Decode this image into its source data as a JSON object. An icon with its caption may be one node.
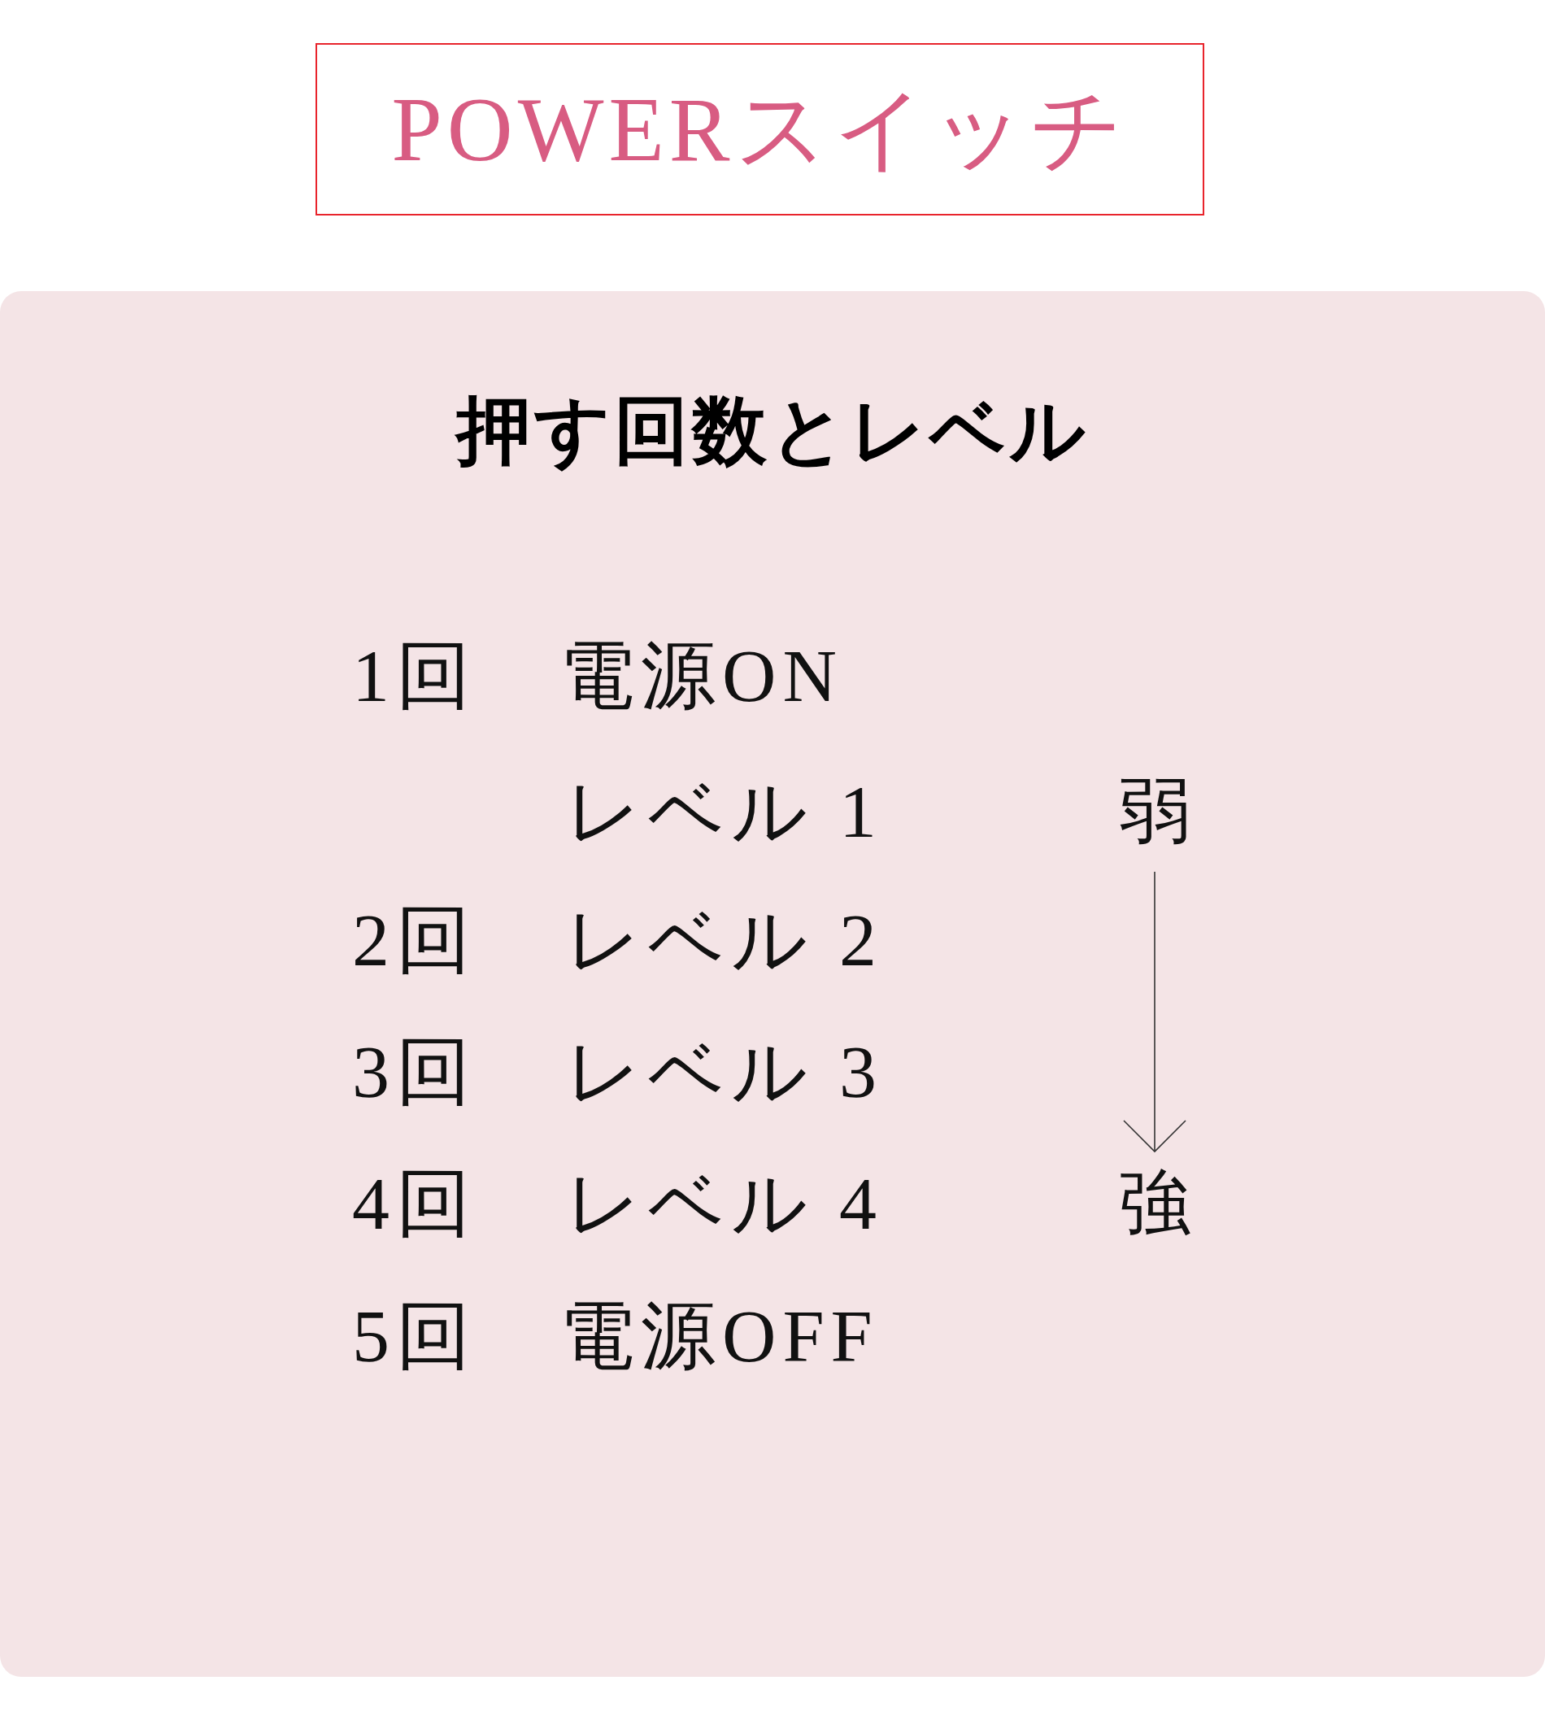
{
  "diagram": {
    "nodes": [
      {
        "text": [
          "POWERスイッチ"
        ]
      },
      {
        "text": [
          "押す回数とレベル"
        ]
      },
      {
        "text": [
          "弱"
        ],
        "in": 1
      },
      {
        "text": [
          "強"
        ],
        "in": 1
      }
    ],
    "edges": [
      {
        "from": 2,
        "to": 3,
        "arrow": "to"
      }
    ],
    "labels": [
      "1回",
      "電源ON",
      "レベル 1",
      "2回",
      "レベル 2",
      "3回",
      "レベル 3",
      "4回",
      "レベル 4",
      "5回",
      "電源OFF"
    ]
  }
}
